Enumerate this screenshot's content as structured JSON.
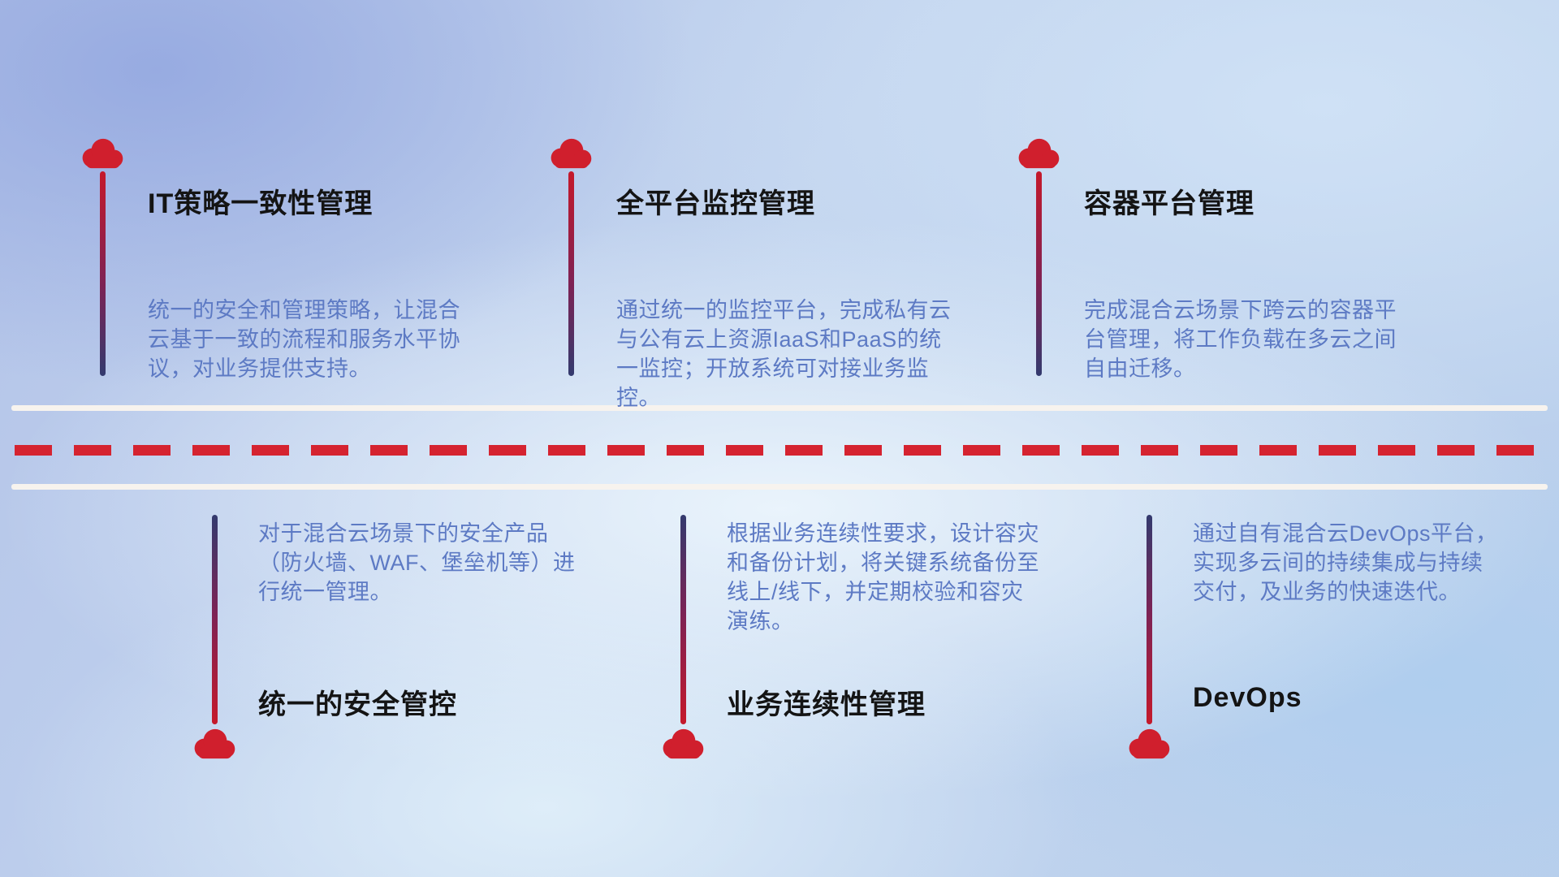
{
  "diagram": {
    "top_items": [
      {
        "title": "IT策略一致性管理",
        "description": "统一的安全和管理策略，让混合云基于一致的流程和服务水平协议，对业务提供支持。"
      },
      {
        "title": "全平台监控管理",
        "description": "通过统一的监控平台，完成私有云与公有云上资源IaaS和PaaS的统一监控；开放系统可对接业务监控。"
      },
      {
        "title": "容器平台管理",
        "description": "完成混合云场景下跨云的容器平台管理，将工作负载在多云之间自由迁移。"
      }
    ],
    "bottom_items": [
      {
        "title": "统一的安全管控",
        "description": "对于混合云场景下的安全产品（防火墙、WAF、堡垒机等）进行统一管理。"
      },
      {
        "title": "业务连续性管理",
        "description": "根据业务连续性要求，设计容灾和备份计划，将关键系统备份至线上/线下，并定期校验和容灾演练。"
      },
      {
        "title": "DevOps",
        "description": "通过自有混合云DevOps平台，实现多云间的持续集成与持续交付，及业务的快速迭代。"
      }
    ]
  },
  "colors": {
    "cloud_red": "#d01f2d",
    "dash_red": "#d52330",
    "stem_red": "#c5192b",
    "stem_navy": "#333a6e",
    "road_white": "#f7f3ee",
    "title_color": "#141414",
    "desc_color": "#5d7ac4"
  }
}
